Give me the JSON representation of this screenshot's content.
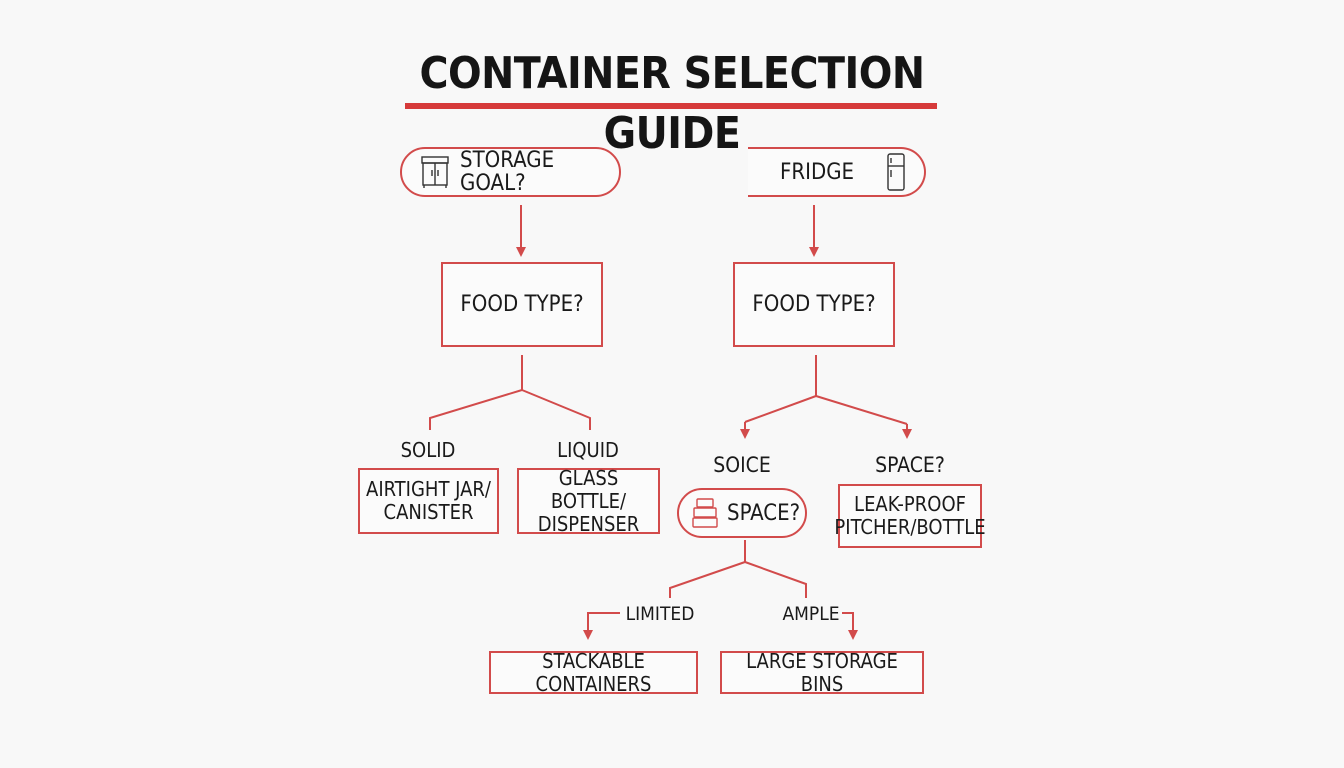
{
  "title": "CONTAINER SELECTION GUIDE",
  "colors": {
    "accent": "#d63a3a",
    "line": "#d24b4b",
    "text": "#1a1a1a",
    "background": "#f8f8f8"
  },
  "left_branch": {
    "start": {
      "label": "STORAGE GOAL?",
      "icon": "cabinet-icon"
    },
    "question": "FOOD TYPE?",
    "options": [
      {
        "label": "SOLID",
        "result": "AIRTIGHT JAR/\nCANISTER"
      },
      {
        "label": "LIQUID",
        "result": "GLASS BOTTLE/\nDISPENSER"
      }
    ]
  },
  "right_branch": {
    "start": {
      "label": "FRIDGE",
      "icon": "fridge-icon"
    },
    "question": "FOOD TYPE?",
    "options": [
      {
        "label": "SOICE"
      },
      {
        "label": "SPACE?",
        "result": "LEAK-PROOF\nPITCHER/BOTTLE"
      }
    ],
    "sub_question": {
      "label": "SPACE?",
      "icon": "stacked-containers-icon"
    },
    "sub_options": [
      {
        "label": "LIMITED",
        "result": "STACKABLE CONTAINERS"
      },
      {
        "label": "AMPLE",
        "result": "LARGE STORAGE BINS"
      }
    ]
  }
}
